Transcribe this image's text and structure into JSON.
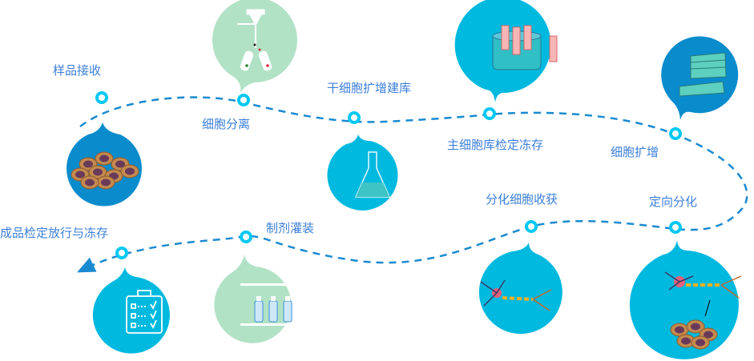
{
  "colors": {
    "path": "#1a8ad0",
    "node": "#00c8f2",
    "label": "#3c7fd8",
    "dark_blue": "#0a8ccc",
    "cyan": "#00b9df",
    "green": "#b2e2c6"
  },
  "steps": [
    {
      "label": "样品接收",
      "icon": "cell-cluster-icon"
    },
    {
      "label": "细胞分离",
      "icon": "separation-funnel-icon"
    },
    {
      "label": "干细胞扩增建库",
      "icon": "flask-icon"
    },
    {
      "label": "主细胞库检定冻存",
      "icon": "cryo-tubes-icon"
    },
    {
      "label": "细胞扩增",
      "icon": "culture-flasks-icon"
    },
    {
      "label": "定向分化",
      "icon": "differentiation-icon"
    },
    {
      "label": "分化细胞收获",
      "icon": "neuron-icon"
    },
    {
      "label": "制剂灌装",
      "icon": "vial-filling-icon"
    },
    {
      "label": "成品检定放行与冻存",
      "icon": "checklist-icon"
    }
  ]
}
